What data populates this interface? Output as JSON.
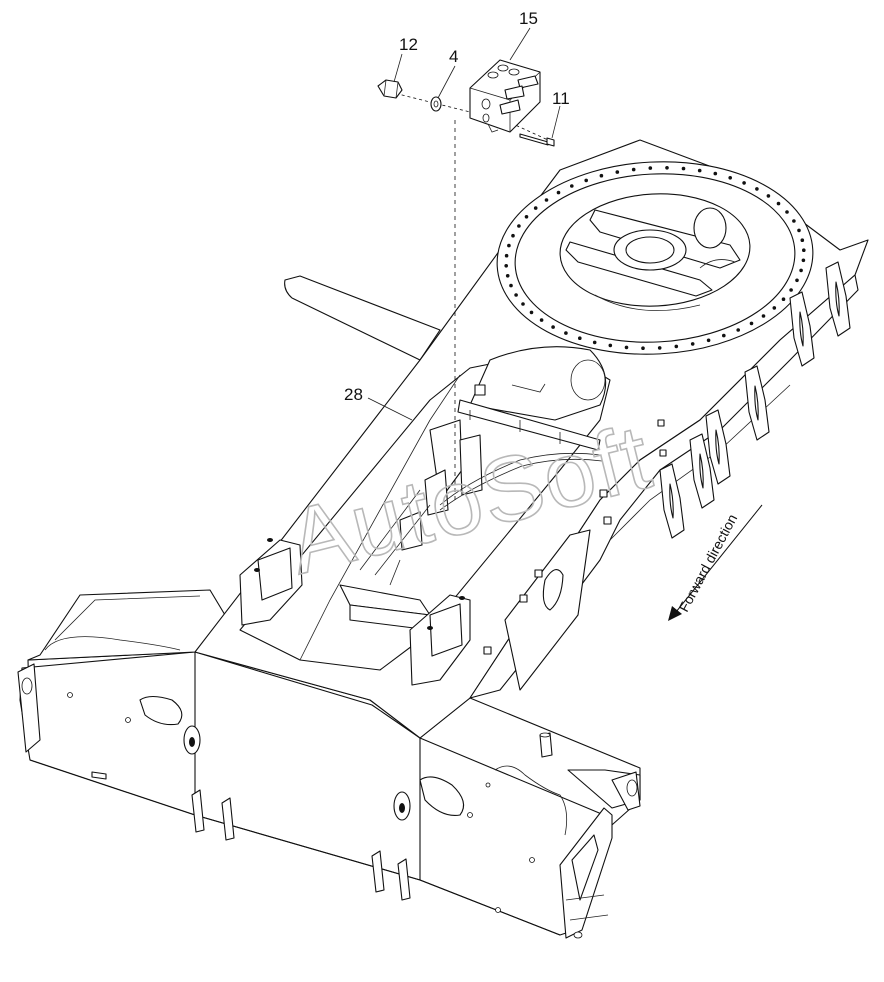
{
  "callouts": [
    {
      "id": "c12",
      "text": "12"
    },
    {
      "id": "c4",
      "text": "4"
    },
    {
      "id": "c15",
      "text": "15"
    },
    {
      "id": "c11",
      "text": "11"
    },
    {
      "id": "c28",
      "text": "28"
    }
  ],
  "watermark": "AutoSoft",
  "direction_label": "Forward direction",
  "colors": {
    "line": "#111111",
    "watermark": "#b8b8b8",
    "background": "#ffffff"
  }
}
